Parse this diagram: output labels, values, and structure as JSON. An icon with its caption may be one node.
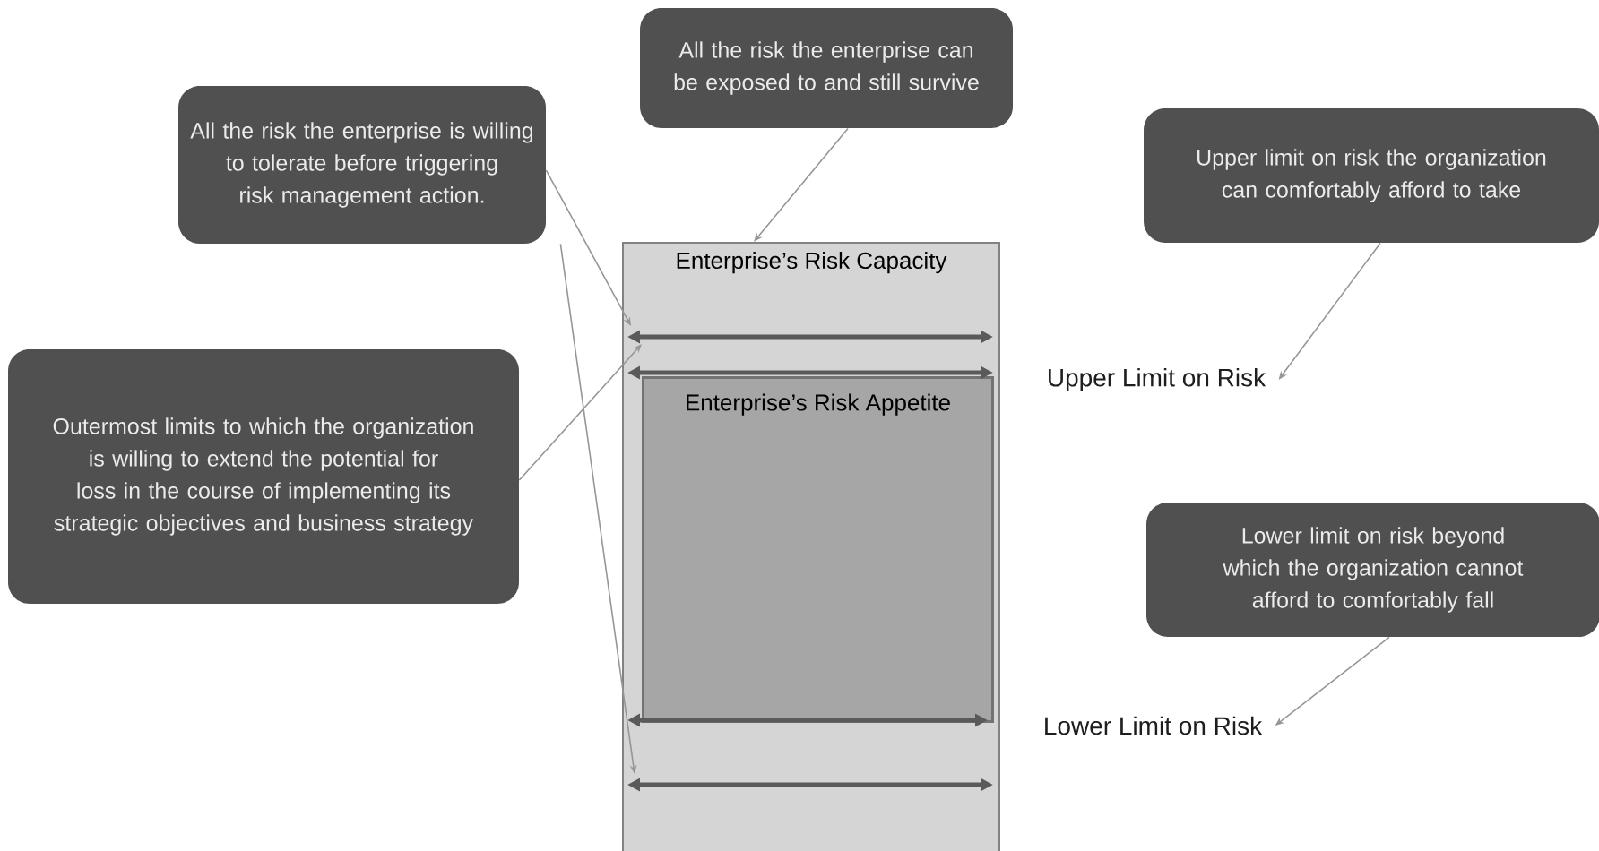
{
  "diagram": {
    "nodes": [
      {
        "text": [
          "All the risk the enterprise is willing to tolerate before triggering risk management action."
        ]
      },
      {
        "text": [
          "All the risk the enterprise can be exposed to and still survive"
        ]
      },
      {
        "text": [
          "Upper limit on risk the organization can comfortably afford to take"
        ]
      },
      {
        "text": [
          "Outermost limits to which the organization is willing to extend the potential for loss in the course of implementing its strategic objectives and business strategy"
        ]
      },
      {
        "text": [
          "Lower limit on risk beyond which the organization cannot afford to comfortably fall"
        ]
      },
      {
        "text": [
          "Enterprise’s Risk Capacity"
        ]
      },
      {
        "text": [
          "Enterprise’s Risk Appetite"
        ],
        "in": 5
      },
      {
        "text": [
          "Upper Limit on Risk"
        ]
      },
      {
        "text": [
          "Lower Limit on Risk"
        ]
      }
    ],
    "edges": [
      {
        "from": 1,
        "to": 5,
        "arrow": "to"
      },
      {
        "from": 0,
        "to": 5,
        "arrow": "to"
      },
      {
        "from": 0,
        "to": 5,
        "arrow": "to"
      },
      {
        "from": 3,
        "to": 6,
        "arrow": "to"
      },
      {
        "from": 2,
        "to": 7,
        "arrow": "to"
      },
      {
        "from": 4,
        "to": 8,
        "arrow": "to"
      }
    ]
  }
}
